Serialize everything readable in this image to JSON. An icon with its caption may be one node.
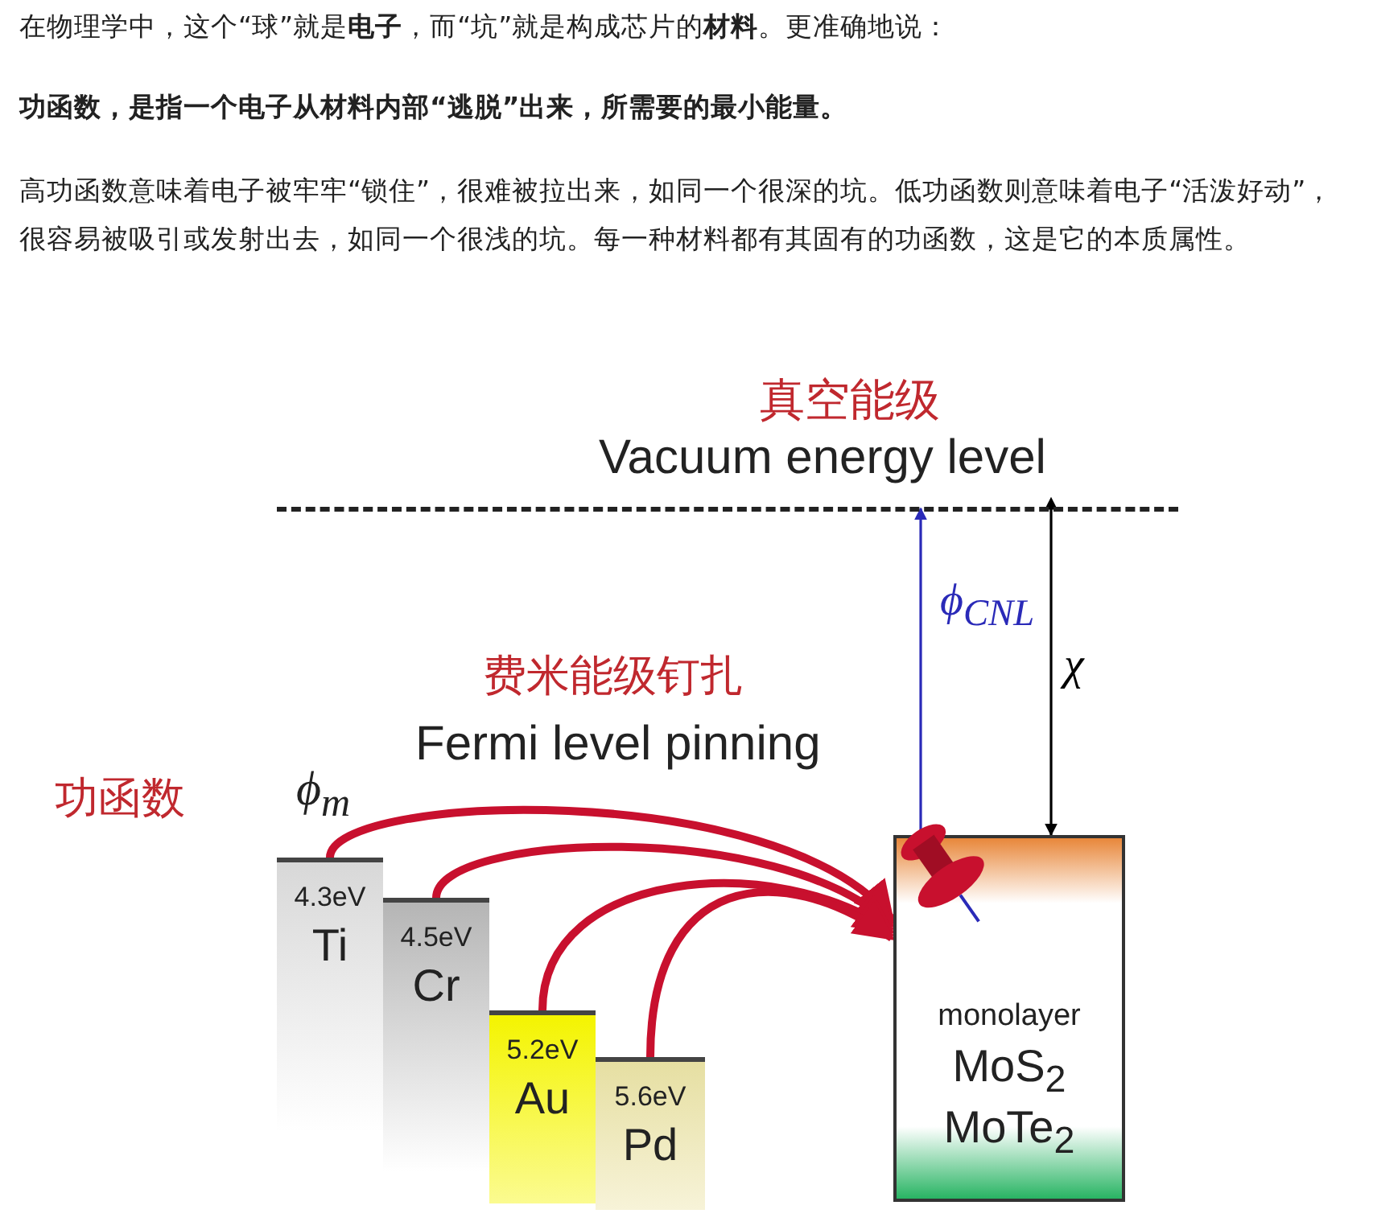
{
  "diagram": {
    "nodes": [
      {
        "text": [
          "真空能级",
          "Vacuum energy level"
        ]
      },
      {
        "text": [
          "4.3eV",
          "Ti"
        ]
      },
      {
        "text": [
          "4.5eV",
          "Cr"
        ]
      },
      {
        "text": [
          "5.2eV",
          "Au"
        ]
      },
      {
        "text": [
          "5.6eV",
          "Pd"
        ]
      },
      {
        "text": [
          "monolayer",
          "MoS$_{2}$",
          "MoTe$_{2}$"
        ]
      }
    ],
    "edges": [
      {
        "from": 1,
        "to": 5,
        "arrow": "to"
      },
      {
        "from": 2,
        "to": 5,
        "arrow": "to"
      },
      {
        "from": 3,
        "to": 5,
        "arrow": "to"
      },
      {
        "from": 4,
        "to": 5,
        "arrow": "to"
      },
      {
        "from": 5,
        "to": 0,
        "arrow": "to",
        "color": "#2a2ab8",
        "label": "ϕ$_{CNL}$"
      },
      {
        "from": 0,
        "to": 5,
        "arrow": "both",
        "color": "#000000",
        "label": "χ"
      }
    ],
    "labels": [
      "在物理学中，这个“球”就是**电子**，而“坑”就是构成芯片的**材料**。更准确地说：",
      "功函数，是指一个电子从材料内部“逃脱”出来，所需要的最小能量。",
      "高功函数意味着电子被牢牢“锁住”，很难被拉出来，如同一个很深的坑。低功函数则意味着电子“活泼好动”，很容易被吸引或发射出去，如同一个很浅的坑。每一种材料都有其固有的功函数，这是它的本质属性。",
      "费米能级钉扎",
      "Fermi level pinning",
      "功函数",
      "ϕ$_{m}$"
    ]
  }
}
